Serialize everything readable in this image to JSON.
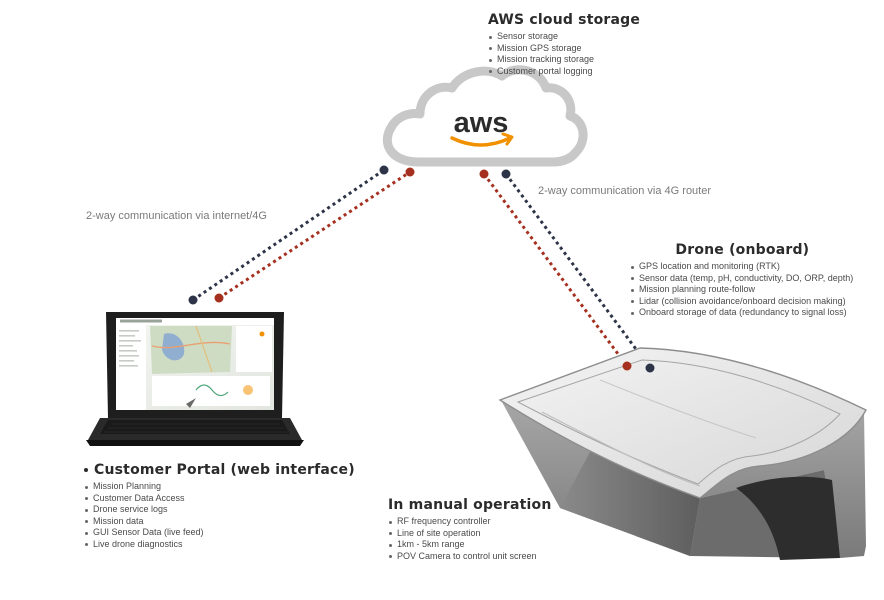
{
  "aws": {
    "logo_text": "aws",
    "title": "AWS cloud storage",
    "items": [
      "Sensor storage",
      "Mission GPS storage",
      "Mission tracking storage",
      "Customer portal logging"
    ]
  },
  "links": {
    "left_label": "2-way communication via internet/4G",
    "right_label": "2-way communication via 4G router"
  },
  "drone": {
    "title": "Drone (onboard)",
    "items": [
      "GPS location and monitoring (RTK)",
      "Sensor data (temp, pH, conductivity, DO, ORP, depth)",
      "Mission planning route-follow",
      "Lidar (collision avoidance/onboard decision making)",
      "Onboard storage of data (redundancy to signal loss)"
    ]
  },
  "portal": {
    "title": "Customer Portal (web interface)",
    "items": [
      "Mission Planning",
      "Customer Data Access",
      "Drone service logs",
      "Mission data",
      "GUI Sensor Data (live feed)",
      "Live drone diagnostics"
    ]
  },
  "manual": {
    "title": "In manual operation",
    "items": [
      "RF frequency controller",
      "Line of site operation",
      "1km - 5km range",
      "POV Camera to control unit screen"
    ]
  },
  "colors": {
    "link_red": "#a5301f",
    "link_navy": "#2d3447",
    "aws_orange": "#f29100",
    "cloud_stroke": "#c8c8c8"
  }
}
